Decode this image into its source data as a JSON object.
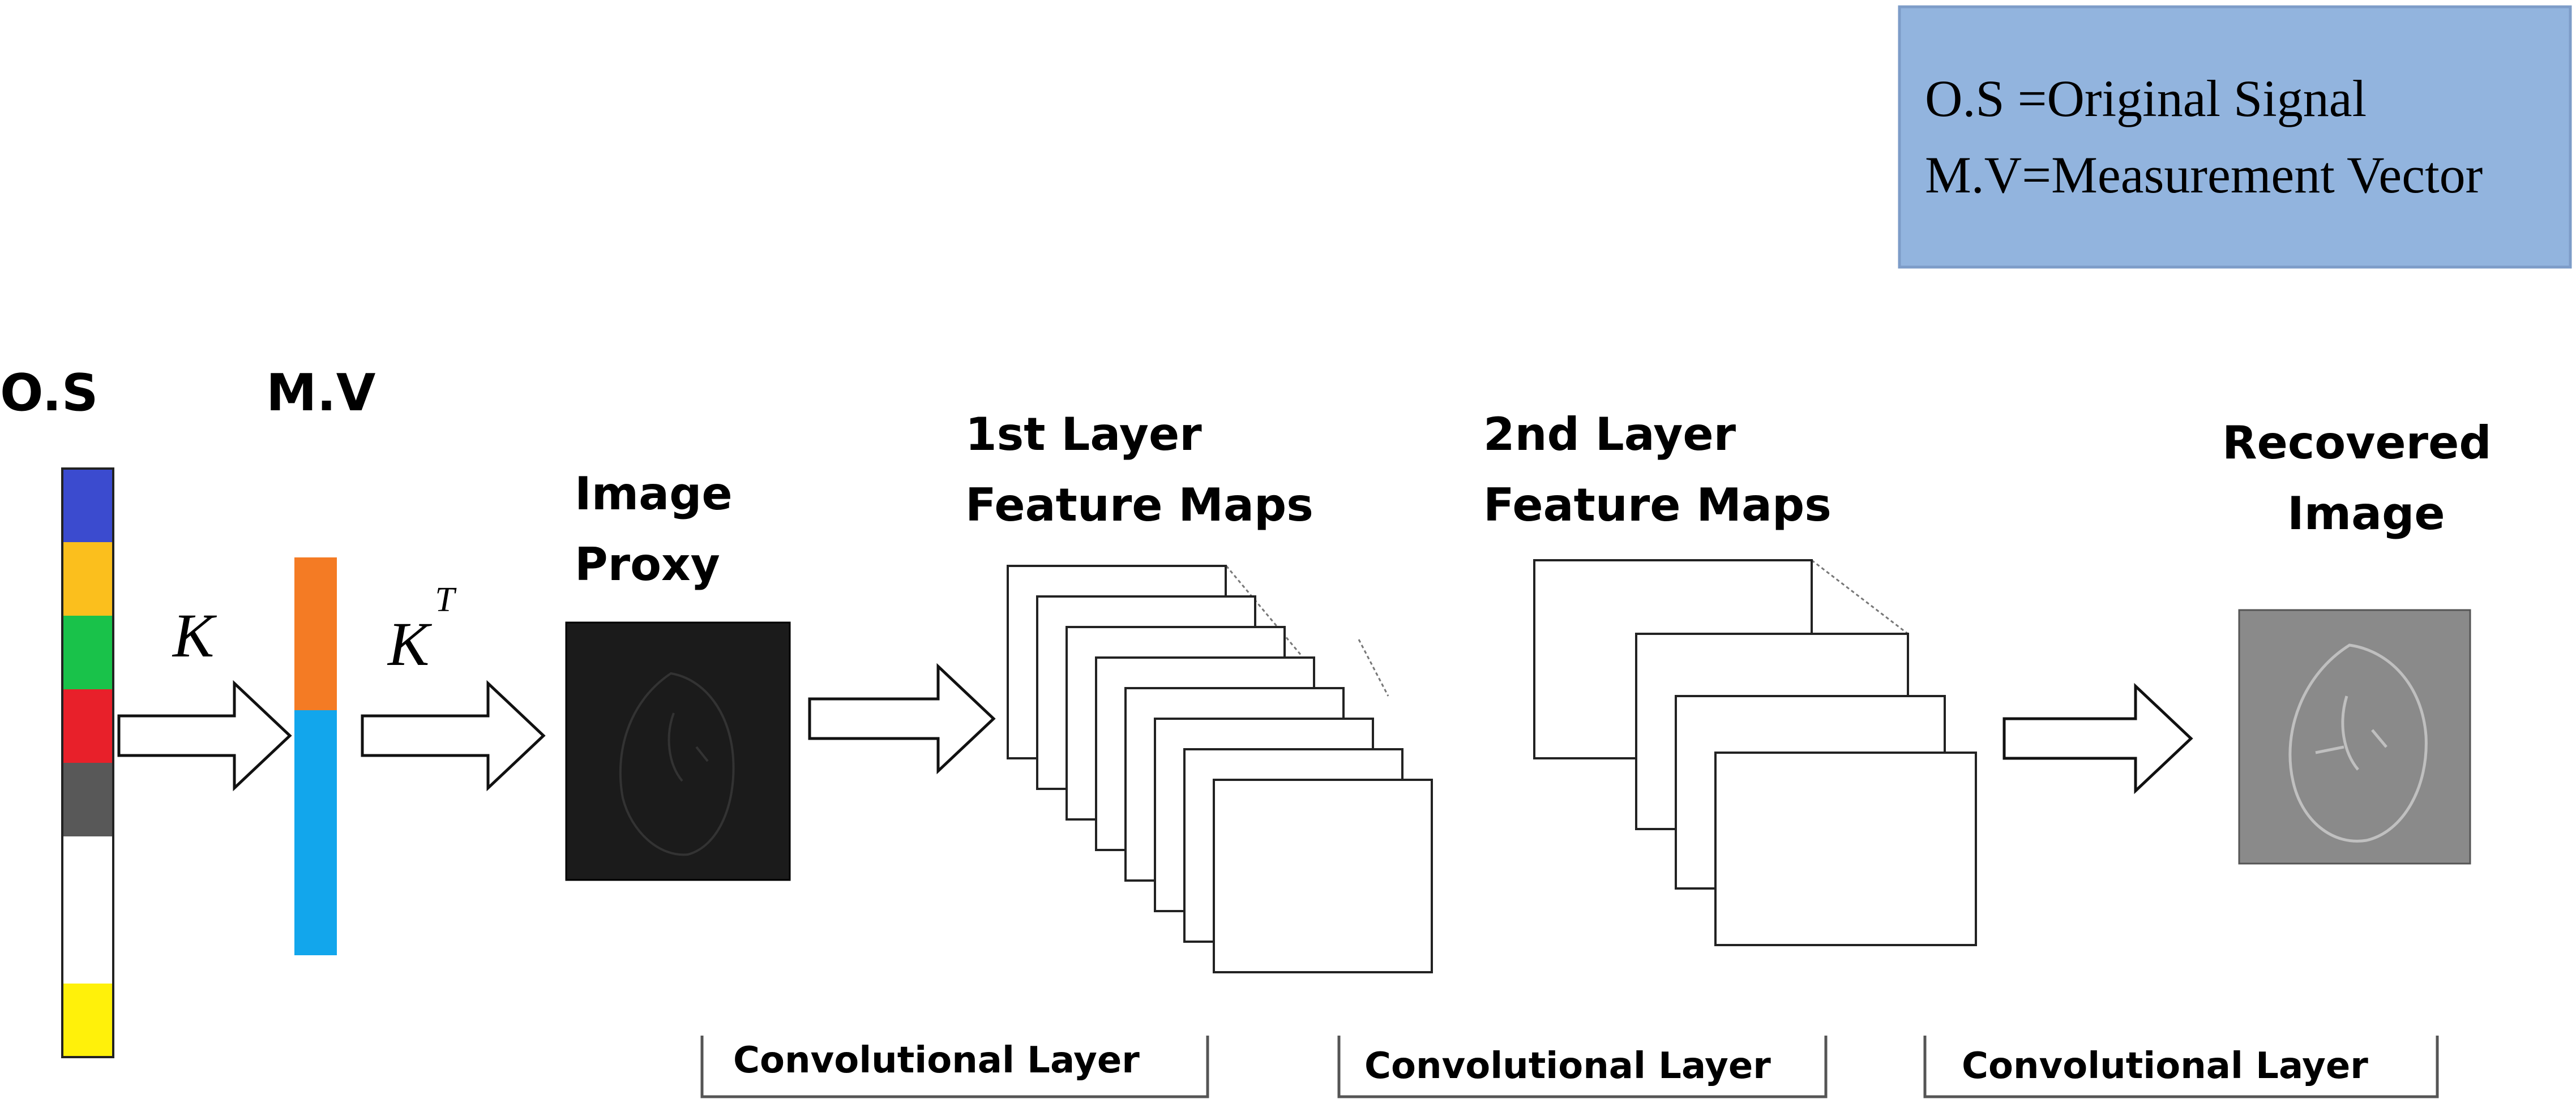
{
  "legend": {
    "line1": "O.S =Original Signal",
    "line2": "M.V=Measurement Vector",
    "fill": "#92b4de",
    "stroke": "#7d9cc8"
  },
  "labels": {
    "original_signal": "O.S",
    "measurement_vector": "M.V",
    "k": "K",
    "k_transpose_base": "K",
    "k_transpose_sup": "T",
    "image_proxy_line1": "Image",
    "image_proxy_line2": "Proxy",
    "first_layer_line1": "1st Layer",
    "first_layer_line2": "Feature Maps",
    "second_layer_line1": "2nd Layer",
    "second_layer_line2": "Feature Maps",
    "recovered_line1": "Recovered",
    "recovered_line2": "Image"
  },
  "brackets": [
    {
      "label": "Convolutional Layer"
    },
    {
      "label": "Convolutional Layer"
    },
    {
      "label": "Convolutional Layer"
    }
  ],
  "colors": {
    "original_signal_segments": [
      "#3b4bcf",
      "#fbbf1d",
      "#19c24a",
      "#e8202a",
      "#585858",
      "#ffffff",
      "#ffffff",
      "#fff10a"
    ],
    "measurement_vector_segments": [
      "#f47b24",
      "#12a6ec"
    ],
    "image_proxy_bg": "#1b1b1b",
    "recovered_bg": "#8a8a8a"
  }
}
